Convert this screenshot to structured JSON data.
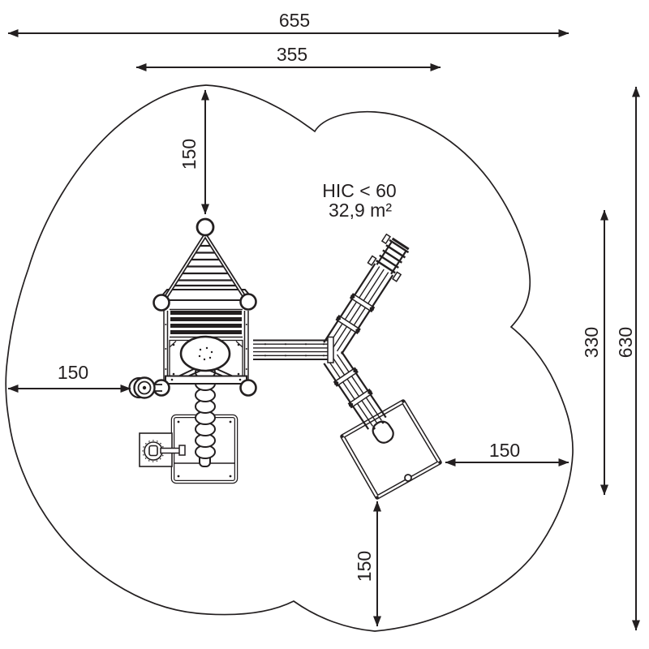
{
  "colors": {
    "line": "#231f20",
    "background": "#ffffff"
  },
  "annotations": {
    "hic": "HIC < 60",
    "area": "32,9 m²"
  },
  "dimensions": {
    "total_width": "655",
    "inner_width": "355",
    "top_clearance": "150",
    "left_clearance": "150",
    "right_clearance": "150",
    "bottom_clearance": "150",
    "inner_height": "330",
    "total_height": "630"
  }
}
